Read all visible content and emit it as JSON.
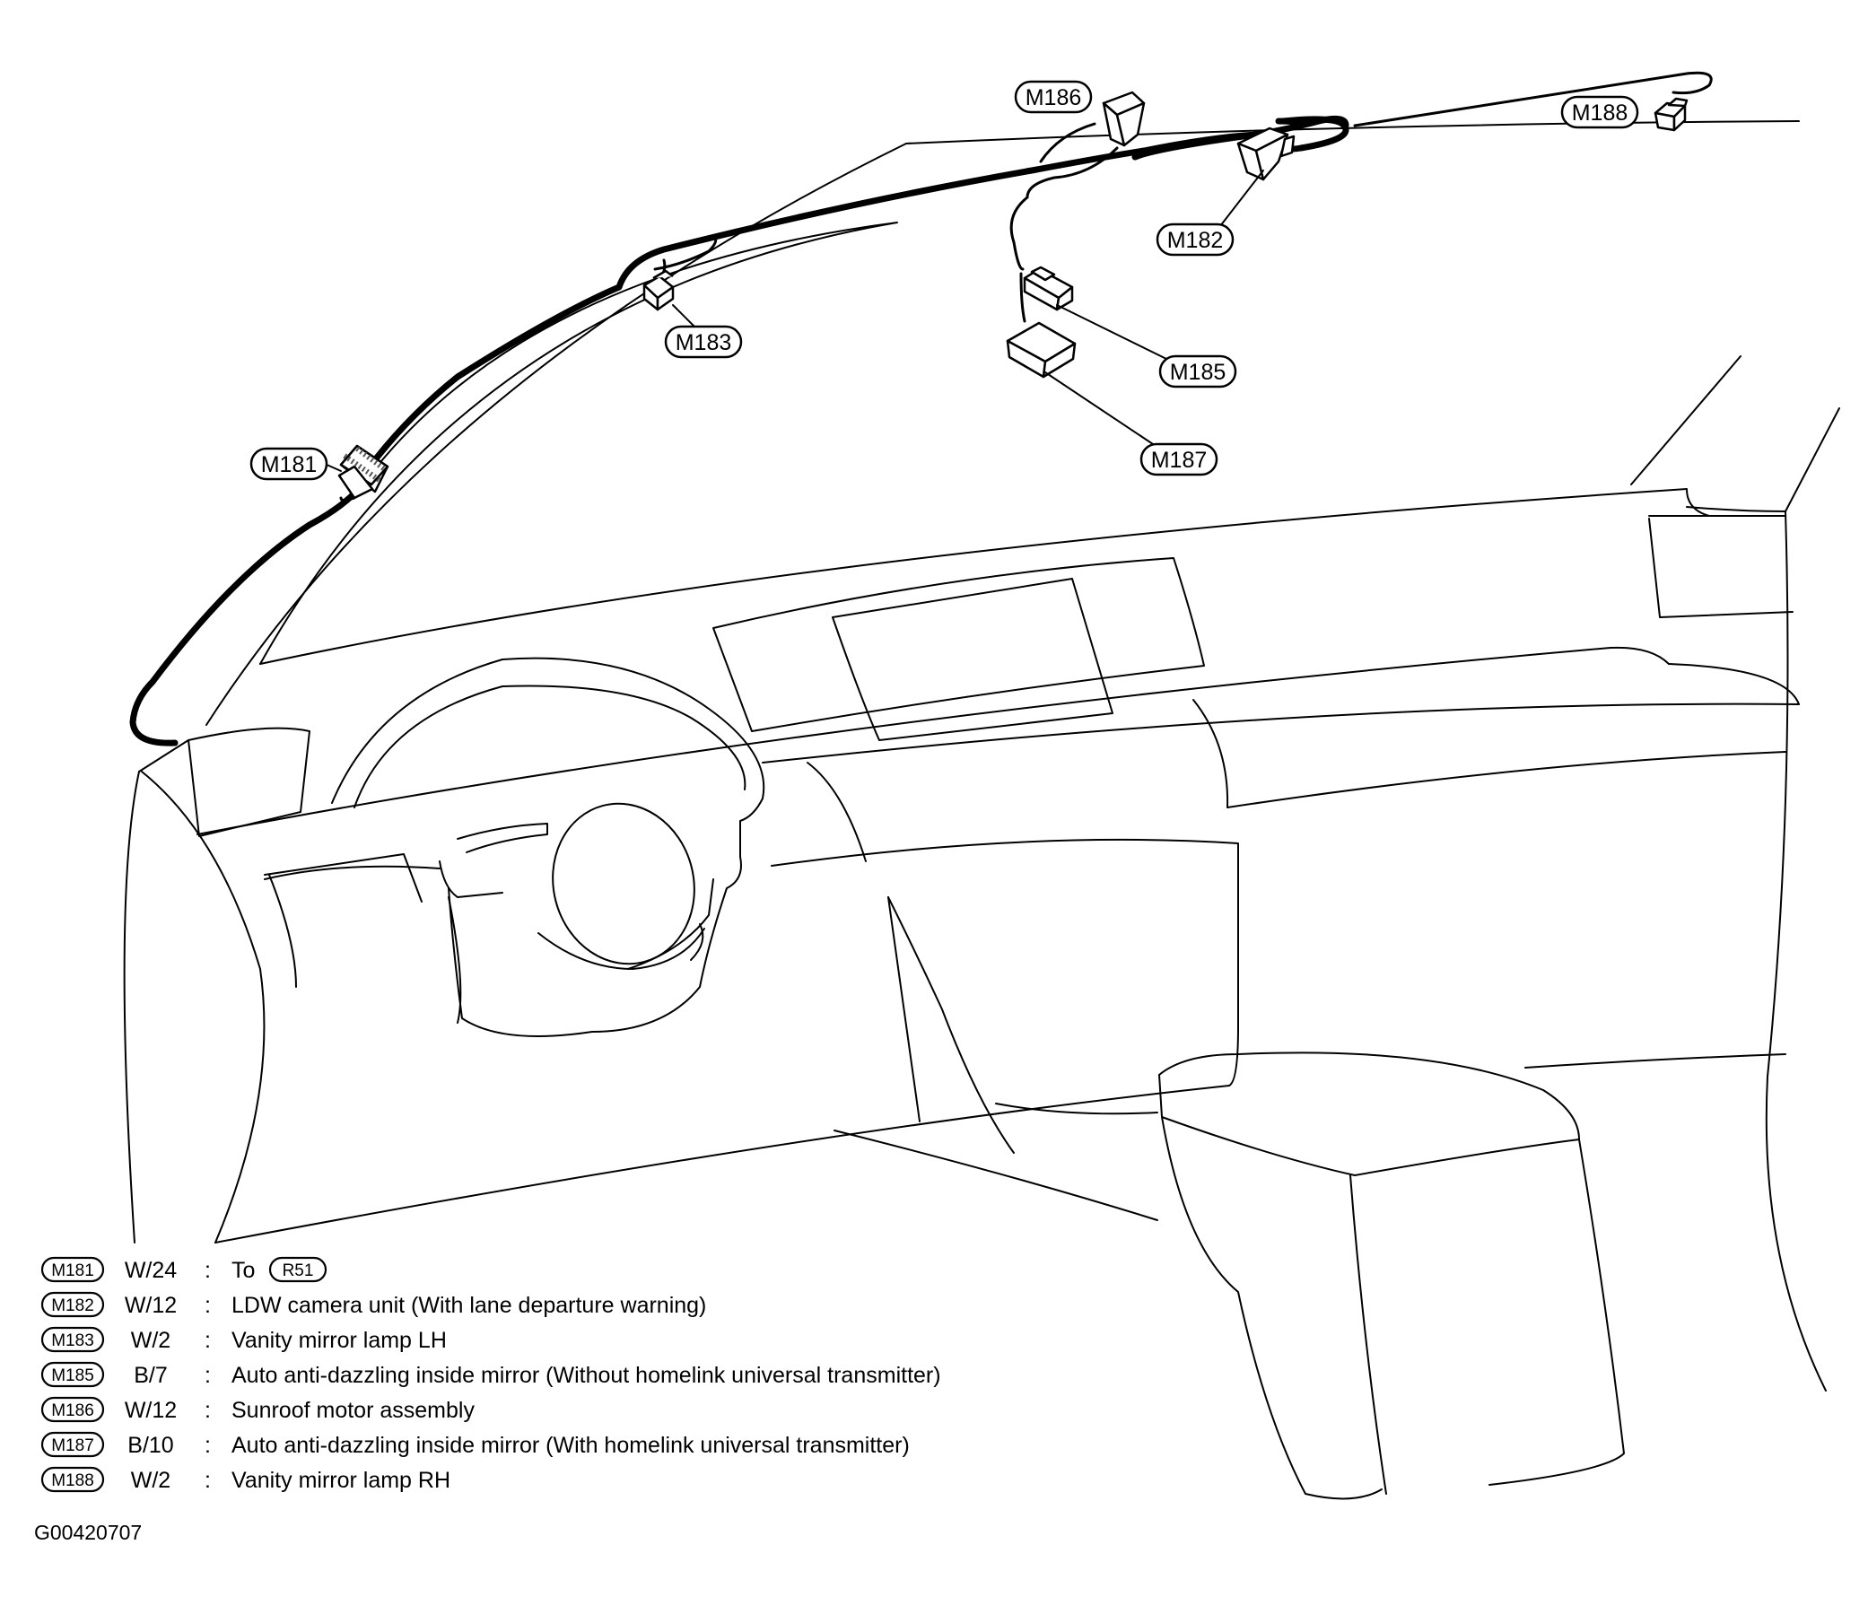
{
  "callouts": {
    "m181": "M181",
    "m182": "M182",
    "m183": "M183",
    "m185": "M185",
    "m186": "M186",
    "m187": "M187",
    "m188": "M188"
  },
  "legend": [
    {
      "connector": "M181",
      "spec": "W/24",
      "sep": ":",
      "description": "To",
      "ref": "R51"
    },
    {
      "connector": "M182",
      "spec": "W/12",
      "sep": ":",
      "description": "LDW camera unit (With lane departure warning)"
    },
    {
      "connector": "M183",
      "spec": "W/2",
      "sep": ":",
      "description": "Vanity mirror lamp LH"
    },
    {
      "connector": "M185",
      "spec": "B/7",
      "sep": ":",
      "description": "Auto anti-dazzling inside mirror (Without homelink universal transmitter)"
    },
    {
      "connector": "M186",
      "spec": "W/12",
      "sep": ":",
      "description": "Sunroof motor assembly"
    },
    {
      "connector": "M187",
      "spec": "B/10",
      "sep": ":",
      "description": "Auto anti-dazzling inside mirror (With homelink universal transmitter)"
    },
    {
      "connector": "M188",
      "spec": "W/2",
      "sep": ":",
      "description": "Vanity mirror lamp RH"
    }
  ],
  "figure_id": "G00420707",
  "colors": {
    "ink": "#000000",
    "paper": "#ffffff"
  }
}
